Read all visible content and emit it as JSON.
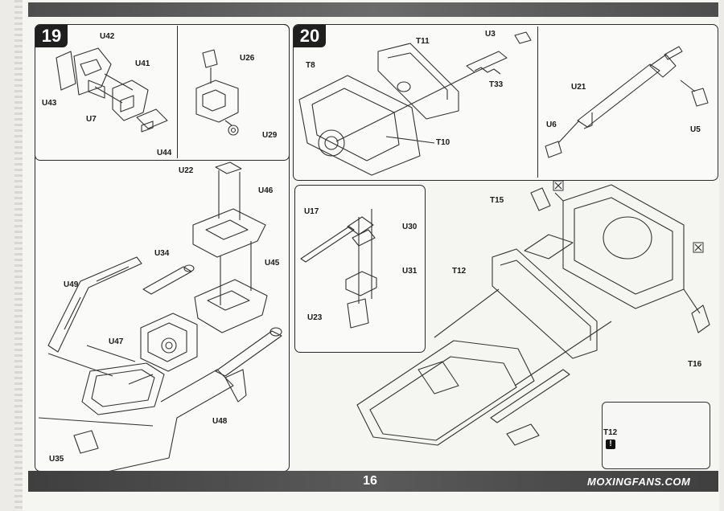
{
  "page": {
    "number": "16",
    "watermark": "MOXINGFANS.COM"
  },
  "steps": {
    "step19": {
      "number": "19",
      "sub_a_labels": [
        "U42",
        "U41",
        "U43",
        "U7",
        "U44"
      ],
      "sub_b_labels": [
        "U26",
        "U29"
      ],
      "main_labels": [
        "U22",
        "U46",
        "U34",
        "U45",
        "U49",
        "U47",
        "U48",
        "U35"
      ]
    },
    "step20": {
      "number": "20",
      "top_labels": [
        "U3",
        "T11",
        "T8",
        "T33",
        "T10"
      ],
      "right_labels": [
        "U21",
        "U6",
        "U5"
      ],
      "sub_labels": [
        "U17",
        "U30",
        "U31",
        "U23"
      ],
      "main_labels": [
        "T15",
        "T12",
        "T16"
      ],
      "inset_label": "T12"
    }
  },
  "icons": [
    "cement-icon",
    "warning-icon"
  ]
}
